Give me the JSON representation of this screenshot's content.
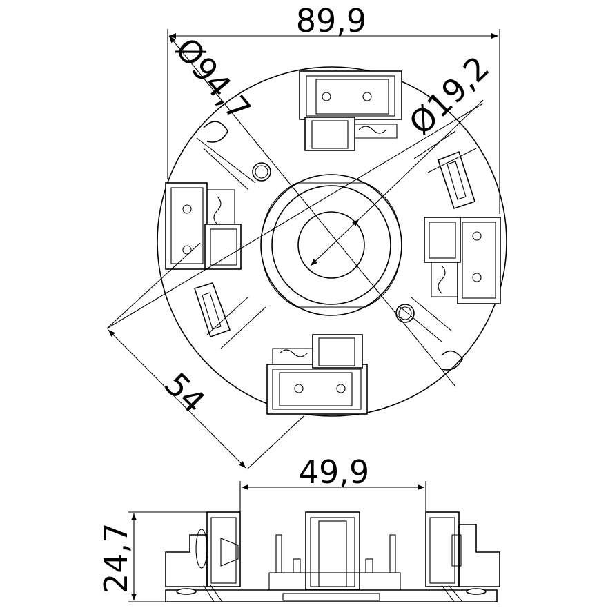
{
  "dimensions": {
    "top_width": "89,9",
    "outer_diameter": "Ø94,7",
    "bore_diameter": "Ø19,2",
    "diagonal_span": "54",
    "side_width": "49,9",
    "side_height": "24,7"
  }
}
